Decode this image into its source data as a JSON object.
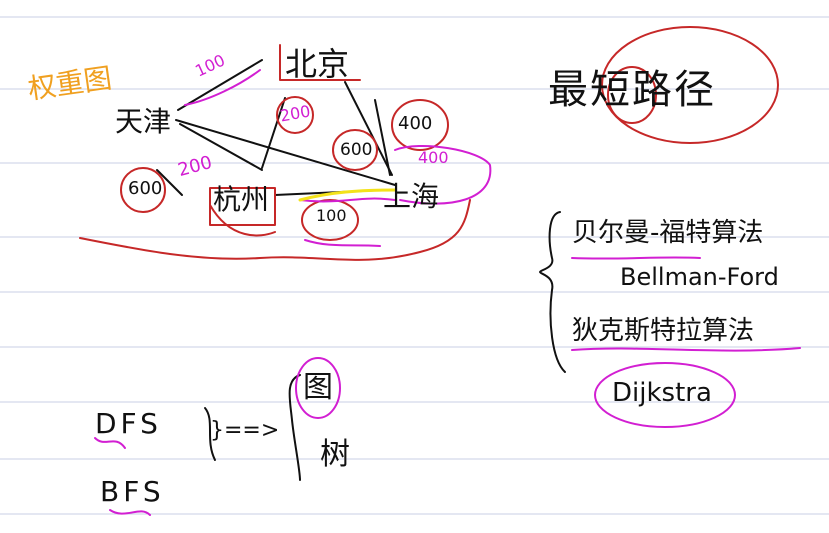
{
  "notebook": {
    "graph_heading": "权重图",
    "cities": {
      "beijing": "北京",
      "tianjin": "天津",
      "hangzhou": "杭州",
      "shanghai": "上海"
    },
    "weights": {
      "tianjin_beijing": "100",
      "beijing_hangzhou": "200",
      "beijing_shanghai": "400",
      "tianjin_hangzhou": "600",
      "tianjin_hangzhou_alt": "200",
      "tianjin_shanghai": "600",
      "hangzhou_shanghai": "100",
      "shanghai_circle": "400"
    },
    "topic_title": "最短路径",
    "algorithms": {
      "bellman_ford_cn": "贝尔曼-福特算法",
      "bellman_ford_en": "Bellman-Ford",
      "dijkstra_cn": "狄克斯特拉算法",
      "dijkstra_en": "Dijkstra"
    },
    "search": {
      "dfs": "DFS",
      "bfs": "BFS",
      "arrow": "}==>",
      "graph": "图",
      "tree": "树"
    },
    "colors": {
      "ink": "#111111",
      "red": "#c62828",
      "magenta": "#d21fd2",
      "orange": "#f0a020",
      "yellow": "#f3e21a",
      "rule": "#c9cfe6"
    }
  }
}
